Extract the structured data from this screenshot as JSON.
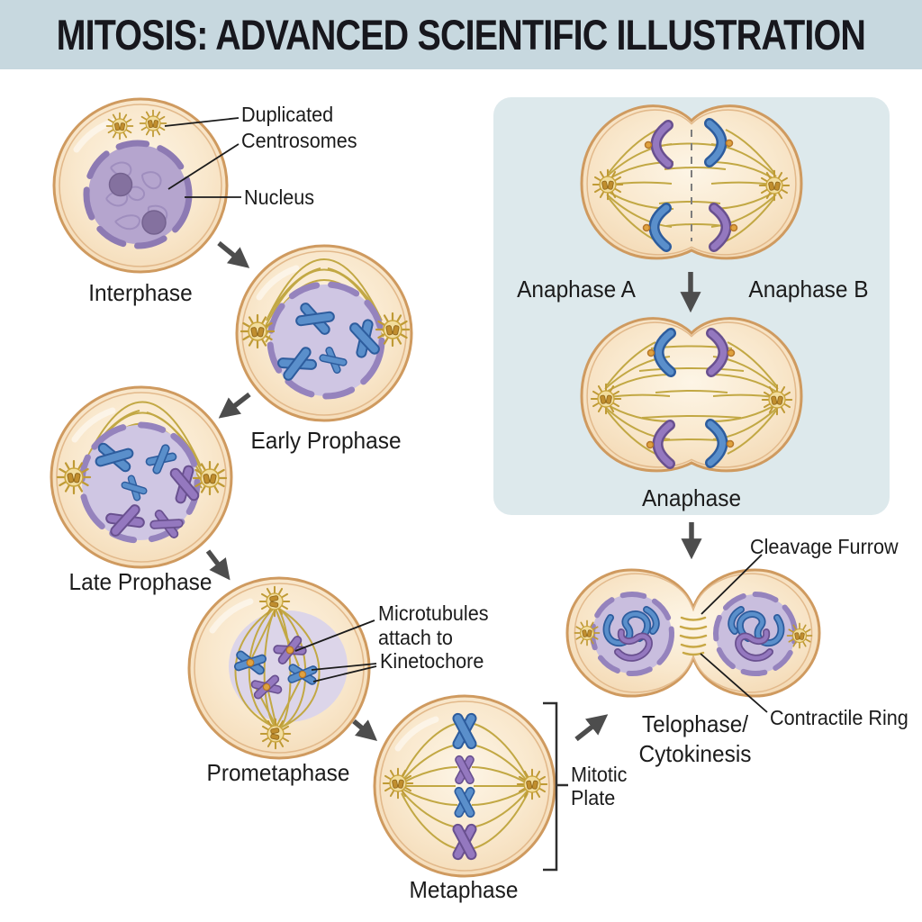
{
  "title": "MITOSIS: ADVANCED SCIENTIFIC ILLUSTRATION",
  "stages": [
    {
      "label": "Interphase"
    },
    {
      "label": "Early Prophase"
    },
    {
      "label": "Late Prophase"
    },
    {
      "label": "Prometaphase"
    },
    {
      "label": "Metaphase"
    },
    {
      "label": "Anaphase A"
    },
    {
      "label": "Anaphase B"
    },
    {
      "label": "Anaphase"
    },
    {
      "label": "Telophase/",
      "label2": "Cytokinesis"
    }
  ],
  "annotations": {
    "duplicated_line1": "Duplicated",
    "duplicated_line2": "Centrosomes",
    "nucleus": "Nucleus",
    "microtubules_line1": "Microtubules",
    "microtubules_line2": "attach to",
    "kinetochore": "Kinetochore",
    "mitotic_line1": "Mitotic",
    "mitotic_line2": "Plate",
    "cleavage_furrow": "Cleavage Furrow",
    "contractile_ring": "Contractile Ring"
  },
  "colors": {
    "page_bg": "#ffffff",
    "banner_bg": "#c7d8df",
    "panel_bg": "#dde9ec",
    "text": "#1b1b1b",
    "membrane": "#cf9a5f",
    "cytoplasm": "#f8e7ca",
    "nucleus_interphase": "#b5a5ce",
    "nucleus_prophase": "#cfc6e3",
    "nuclear_envelope": "#9583bd",
    "chromosome_blue": "#5a8fcb",
    "chromosome_blue_dark": "#2d5c9d",
    "chromosome_purple": "#9478bf",
    "chromosome_purple_dark": "#69508f",
    "spindle_fiber": "#c2a844",
    "centrosome": "#f2dd9d",
    "kinetochore": "#e0a23f",
    "arrow": "#4d4d4d"
  }
}
